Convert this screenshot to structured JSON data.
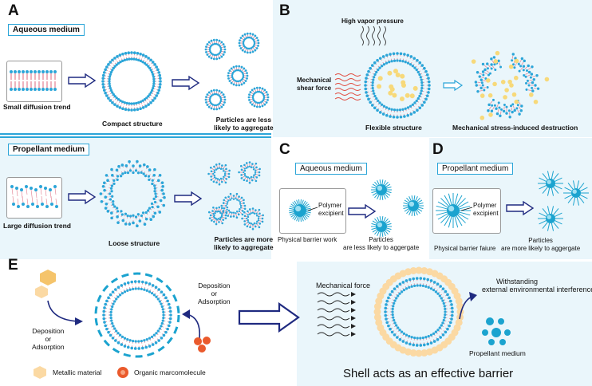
{
  "panels": {
    "a_label": "A",
    "b_label": "B",
    "c_label": "C",
    "d_label": "D",
    "e_label": "E"
  },
  "panel_a": {
    "aqueous_box": "Aqueous medium",
    "propellant_box": "Propellant medium",
    "small_diffusion": "Small diffusion trend",
    "compact_structure": "Compact structure",
    "less_aggregate_1": "Particles are less",
    "less_aggregate_2": "likely to aggregate",
    "large_diffusion": "Large diffusion trend",
    "loose_structure": "Loose structure",
    "more_aggregate_1": "Particles are more",
    "more_aggregate_2": "likely to aggregate"
  },
  "panel_b": {
    "high_vapor": "High vapor pressure",
    "shear_1": "Mechanical",
    "shear_2": "shear force",
    "flexible": "Flexible structure",
    "destruction": "Mechanical stress-induced destruction"
  },
  "panel_c": {
    "box": "Aqueous medium",
    "polymer_1": "Polymer",
    "polymer_2": "excipient",
    "barrier": "Physical barrier work",
    "particles_1": "Particles",
    "particles_2": "are less likely to aggergate"
  },
  "panel_d": {
    "box": "Propellant medium",
    "polymer_1": "Polymer",
    "polymer_2": "excipient",
    "barrier": "Physical barrier faiure",
    "particles_1": "Particles",
    "particles_2": "are more likely to aggergate"
  },
  "panel_e": {
    "dep_right_1": "Deposition",
    "dep_right_2": "or",
    "dep_right_3": "Adsorption",
    "dep_left_1": "Deposition",
    "dep_left_2": "or",
    "dep_left_3": "Adsorption",
    "legend_metallic": "Metallic material",
    "legend_organic": "Organic marcomolecule",
    "mech_force": "Mechanical force",
    "withstanding_1": "Withstanding",
    "withstanding_2": "external environmental interference",
    "propellant": "Propellant medium",
    "shell": "Shell acts as an effective barrier"
  },
  "colors": {
    "lipid_head": "#2ba5d8",
    "lipid_tail": "#e58a9a",
    "panel_bg": "#eaf6fb",
    "arrow_navy": "#1f2a80",
    "particle_blue": "#1ba3cf",
    "metal_gold": "#f5c46b",
    "organic_red": "#ea5a2c",
    "shell_orange": "#fbd9a3"
  }
}
